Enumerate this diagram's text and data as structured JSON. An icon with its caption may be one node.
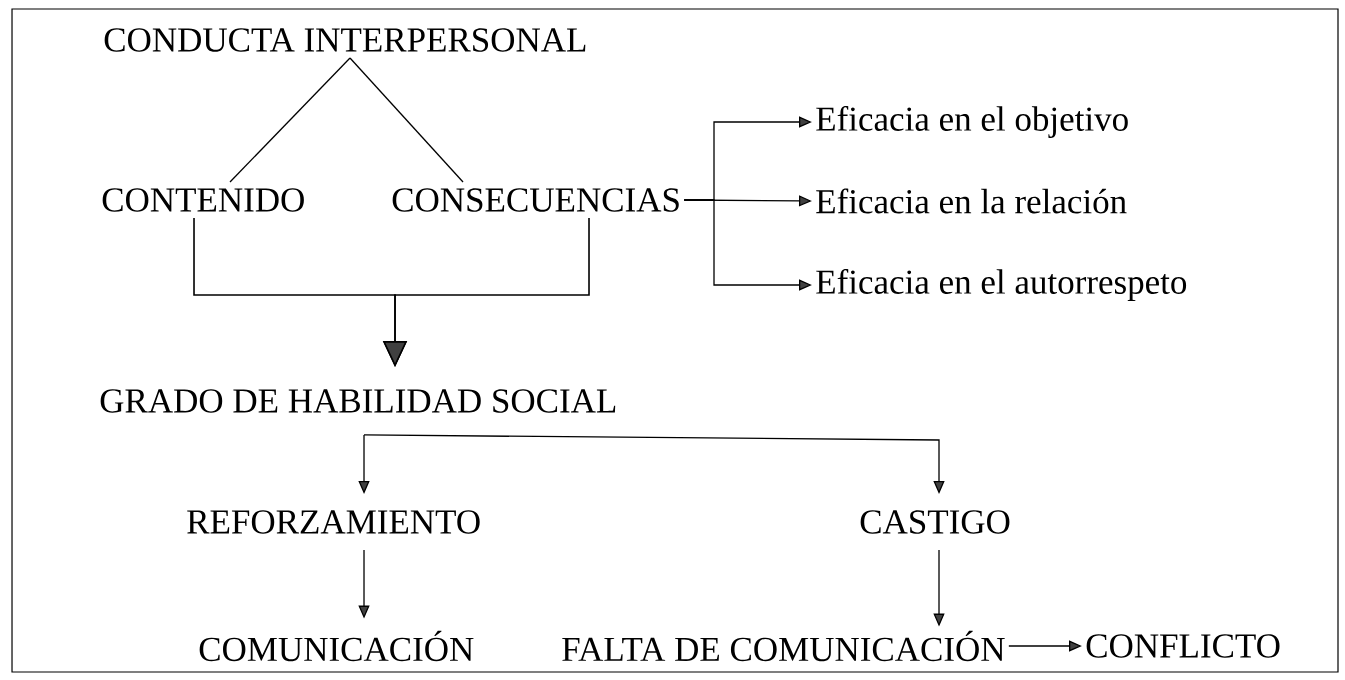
{
  "diagram": {
    "nodes": [
      {
        "text": [
          "CONDUCTA INTERPERSONAL"
        ]
      },
      {
        "text": [
          "CONTENIDO"
        ]
      },
      {
        "text": [
          "CONSECUENCIAS"
        ]
      },
      {
        "text": [
          "Eficacia en el objetivo"
        ]
      },
      {
        "text": [
          "Eficacia en la relación"
        ]
      },
      {
        "text": [
          "Eficacia en el autorrespeto"
        ]
      },
      {
        "text": [
          "GRADO DE HABILIDAD SOCIAL"
        ]
      },
      {
        "text": [
          "REFORZAMIENTO"
        ]
      },
      {
        "text": [
          "CASTIGO"
        ]
      },
      {
        "text": [
          "COMUNICACIÓN"
        ]
      },
      {
        "text": [
          "FALTA DE COMUNICACIÓN"
        ]
      },
      {
        "text": [
          "CONFLICTO"
        ]
      }
    ],
    "edges": [
      {
        "from": 0,
        "to": 1,
        "arrow": "none"
      },
      {
        "from": 0,
        "to": 2,
        "arrow": "none"
      },
      {
        "from": 1,
        "to": 6,
        "arrow": "to"
      },
      {
        "from": 2,
        "to": 6,
        "arrow": "to"
      },
      {
        "from": 2,
        "to": 3,
        "arrow": "to"
      },
      {
        "from": 2,
        "to": 4,
        "arrow": "to"
      },
      {
        "from": 2,
        "to": 5,
        "arrow": "to"
      },
      {
        "from": 6,
        "to": 7,
        "arrow": "to"
      },
      {
        "from": 6,
        "to": 8,
        "arrow": "to"
      },
      {
        "from": 7,
        "to": 9,
        "arrow": "to"
      },
      {
        "from": 8,
        "to": 10,
        "arrow": "to"
      },
      {
        "from": 10,
        "to": 11,
        "arrow": "to"
      }
    ]
  }
}
